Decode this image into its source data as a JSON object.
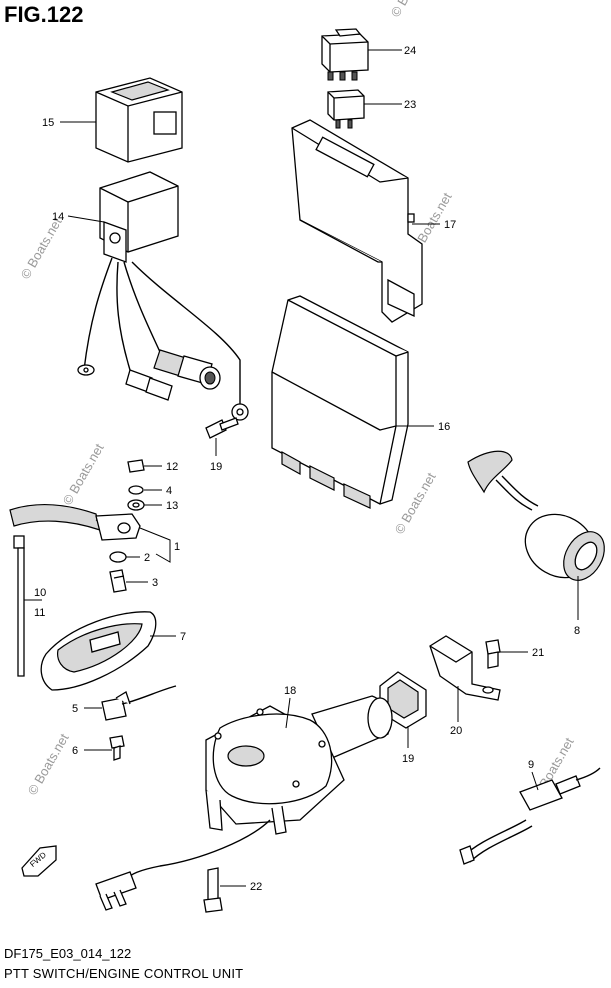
{
  "figure": {
    "number": "FIG.122",
    "diagram_code": "DF175_E03_014_122",
    "title": "PTT SWITCH/ENGINE CONTROL UNIT"
  },
  "watermark": "© Boats.net",
  "callouts": {
    "c1": "1",
    "c2": "2",
    "c3": "3",
    "c4": "4",
    "c5": "5",
    "c6": "6",
    "c7": "7",
    "c8": "8",
    "c9": "9",
    "c10": "10",
    "c11": "11",
    "c12": "12",
    "c13": "13",
    "c14": "14",
    "c15": "15",
    "c16": "16",
    "c17": "17",
    "c18": "18",
    "c19a": "19",
    "c19b": "19",
    "c20": "20",
    "c21": "21",
    "c22": "22",
    "c23": "23",
    "c24": "24"
  },
  "fwd_icon": "fwd-arrow-icon"
}
